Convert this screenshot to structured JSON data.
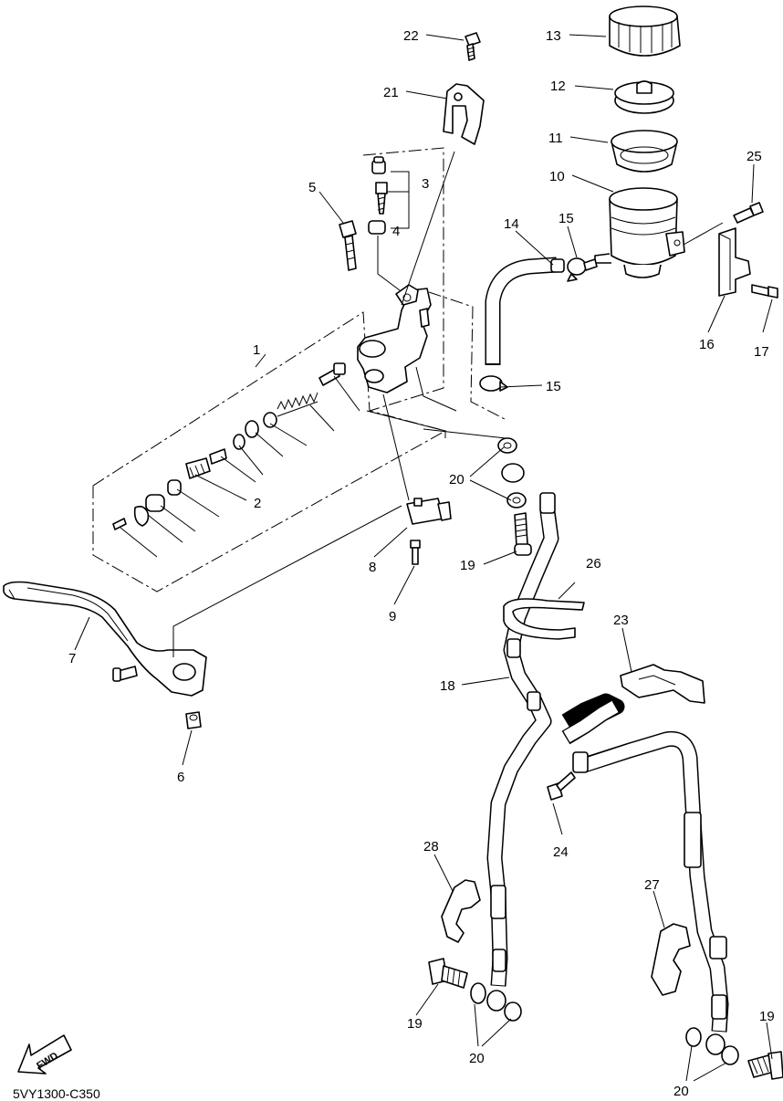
{
  "diagram_code": "5VY1300-C350",
  "fwd_label": "FWD",
  "parts": {
    "p1": "1",
    "p2": "2",
    "p3": "3",
    "p4": "4",
    "p5": "5",
    "p6": "6",
    "p7": "7",
    "p8": "8",
    "p9": "9",
    "p10": "10",
    "p11": "11",
    "p12": "12",
    "p13": "13",
    "p14": "14",
    "p15": "15",
    "p16": "16",
    "p17": "17",
    "p18": "18",
    "p19": "19",
    "p20": "20",
    "p21": "21",
    "p22": "22",
    "p23": "23",
    "p24": "24",
    "p25": "25",
    "p26": "26",
    "p27": "27",
    "p28": "28"
  }
}
